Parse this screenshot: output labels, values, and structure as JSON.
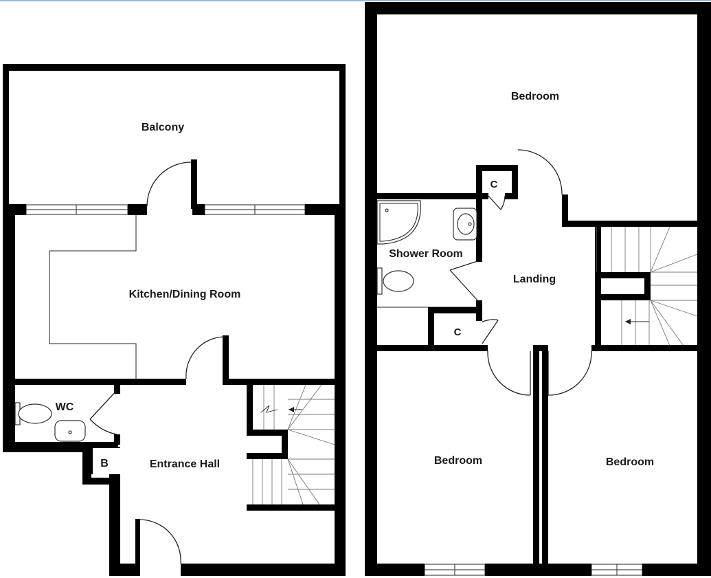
{
  "floor_plan": {
    "ground_floor": {
      "rooms": {
        "balcony": "Balcony",
        "kitchen_dining": "Kitchen/Dining Room",
        "wc": "WC",
        "boiler_cupboard": "B",
        "entrance_hall": "Entrance Hall"
      }
    },
    "first_floor": {
      "rooms": {
        "bedroom_top": "Bedroom",
        "cupboard_top": "C",
        "shower_room": "Shower Room",
        "landing": "Landing",
        "cupboard_mid": "C",
        "bedroom_left": "Bedroom",
        "bedroom_right": "Bedroom"
      }
    }
  }
}
